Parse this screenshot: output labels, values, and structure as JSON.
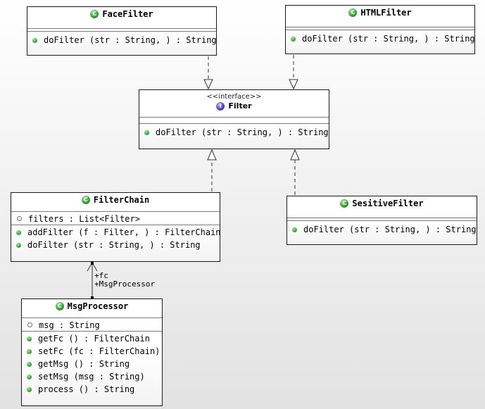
{
  "diagram": {
    "classes": [
      {
        "id": "face-filter",
        "name": "FaceFilter",
        "stereotype": "",
        "kind": "class",
        "fields": [],
        "methods": [
          "doFilter (str : String, ) : String"
        ]
      },
      {
        "id": "html-filter",
        "name": "HTMLFilter",
        "stereotype": "",
        "kind": "class",
        "fields": [],
        "methods": [
          "doFilter (str : String, ) : String"
        ]
      },
      {
        "id": "filter",
        "name": "Filter",
        "stereotype": "<<interface>>",
        "kind": "interface",
        "fields": [],
        "methods": [
          "doFilter (str : String, ) : String"
        ]
      },
      {
        "id": "filter-chain",
        "name": "FilterChain",
        "stereotype": "",
        "kind": "class",
        "fields": [
          "filters : List<Filter>"
        ],
        "methods": [
          "addFilter (f : Filter, ) : FilterChain",
          "doFilter (str : String, ) : String"
        ]
      },
      {
        "id": "sesitive-filter",
        "name": "SesitiveFilter",
        "stereotype": "",
        "kind": "class",
        "fields": [],
        "methods": [
          "doFilter (str : String, ) : String"
        ]
      },
      {
        "id": "msg-processor",
        "name": "MsgProcessor",
        "stereotype": "",
        "kind": "class",
        "fields": [
          "msg : String"
        ],
        "methods": [
          "getFc () : FilterChain",
          "setFc (fc : FilterChain)",
          "getMsg () : String",
          "setMsg (msg : String)",
          "process () : String"
        ]
      }
    ],
    "edges": [
      {
        "from": "face-filter",
        "to": "filter",
        "type": "realization"
      },
      {
        "from": "html-filter",
        "to": "filter",
        "type": "realization"
      },
      {
        "from": "filter-chain",
        "to": "filter",
        "type": "realization"
      },
      {
        "from": "sesitive-filter",
        "to": "filter",
        "type": "realization"
      },
      {
        "from": "msg-processor",
        "to": "filter-chain",
        "type": "association",
        "target_role": "fc",
        "source_role": "MsgProcessor"
      }
    ],
    "role_labels": {
      "fc": "+fc",
      "msg_processor": "+MsgProcessor"
    },
    "icons": {
      "class": "class-c-icon",
      "interface": "interface-i-icon",
      "public": "public-method-icon",
      "field": "field-icon"
    },
    "colors": {
      "class_icon": "#3aa33a",
      "interface_icon": "#5a4bb8",
      "border": "#1a1a1a",
      "edge": "#333333"
    }
  }
}
